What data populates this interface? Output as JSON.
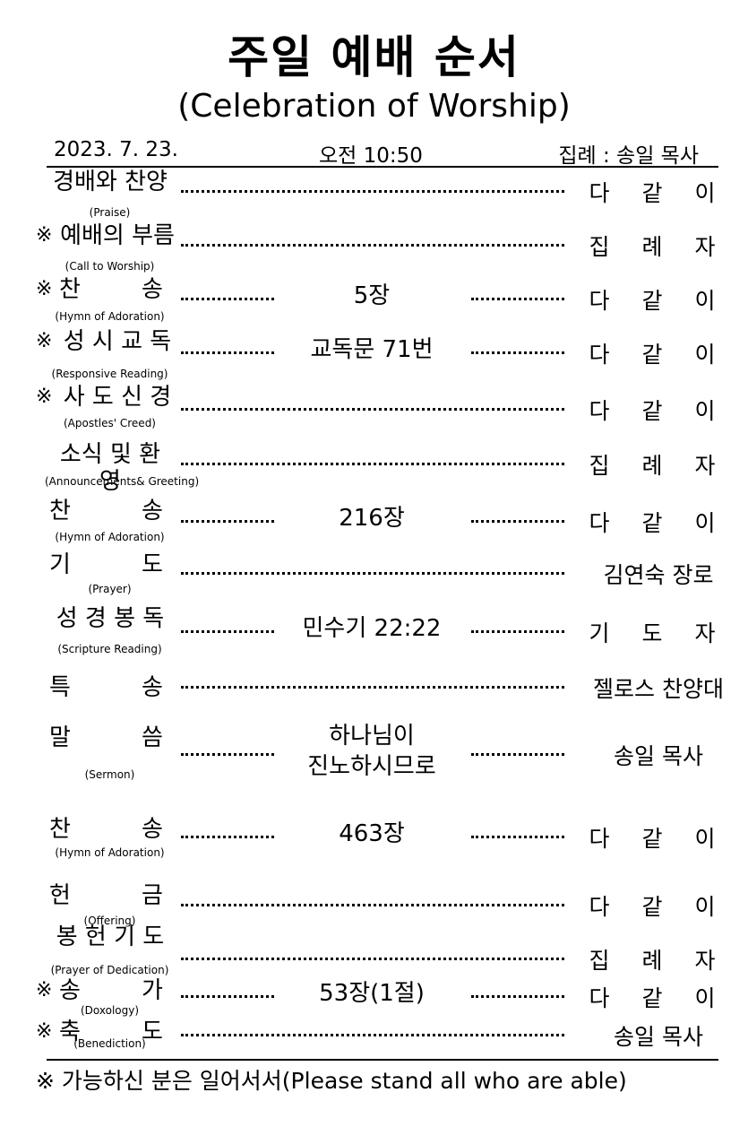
{
  "header": {
    "title": "주일 예배 순서",
    "subtitle": "(Celebration of Worship)",
    "date": "2023. 7. 23.",
    "time": "오전 10:50",
    "leader": "집례 : 송일 목사"
  },
  "star_mark": "※",
  "items": [
    {
      "ko": "경배와 찬양",
      "en": "(Praise)",
      "center": "",
      "right": "다 같 이"
    },
    {
      "ko": "예배의 부름",
      "en": "(Call to Worship)",
      "center": "",
      "right": "집 례 자",
      "star": true
    },
    {
      "ko_l": "찬",
      "ko_r": "송",
      "en": "(Hymn of Adoration)",
      "center": "5장",
      "right": "다 같 이",
      "star": true
    },
    {
      "ko": "성 시 교 독",
      "en": "(Responsive Reading)",
      "center": "교독문 71번",
      "right": "다 같 이",
      "star": true
    },
    {
      "ko": "사 도 신 경",
      "en": "(Apostles' Creed)",
      "center": "",
      "right": "다 같 이",
      "star": true
    },
    {
      "ko": "소식 및 환영",
      "en": "(Announcements& Greeting)",
      "center": "",
      "right": "집 례 자"
    },
    {
      "ko_l": "찬",
      "ko_r": "송",
      "en": "(Hymn of Adoration)",
      "center": "216장",
      "right": "다 같 이"
    },
    {
      "ko_l": "기",
      "ko_r": "도",
      "en": "(Prayer)",
      "center": "",
      "right": "김연숙 장로"
    },
    {
      "ko": "성 경 봉 독",
      "en": "(Scripture Reading)",
      "center": "민수기 22:22",
      "right": "기 도 자"
    },
    {
      "ko_l": "특",
      "ko_r": "송",
      "en": "",
      "center": "",
      "right": "젤로스 찬양대"
    },
    {
      "ko_l": "말",
      "ko_r": "씀",
      "en": "(Sermon)",
      "center": "하나님이",
      "center2": "진노하시므로",
      "right": "송일 목사"
    },
    {
      "ko_l": "찬",
      "ko_r": "송",
      "en": "(Hymn of Adoration)",
      "center": "463장",
      "right": "다 같 이"
    },
    {
      "ko_l": "헌",
      "ko_r": "금",
      "en": "(Offering)",
      "center": "",
      "right": "다 같 이"
    },
    {
      "ko": "봉 헌 기 도",
      "en": "(Prayer of Dedication)",
      "center": "",
      "right": "집 례 자"
    },
    {
      "ko_l": "송",
      "ko_r": "가",
      "en": "(Doxology)",
      "center": "53장(1절)",
      "right": "다 같 이",
      "star": true
    },
    {
      "ko_l": "축",
      "ko_r": "도",
      "en": "(Benediction)",
      "center": "",
      "right": "송일 목사",
      "star": true
    }
  ],
  "footer": "※ 가능하신 분은 일어서서(Please stand all who are able)"
}
